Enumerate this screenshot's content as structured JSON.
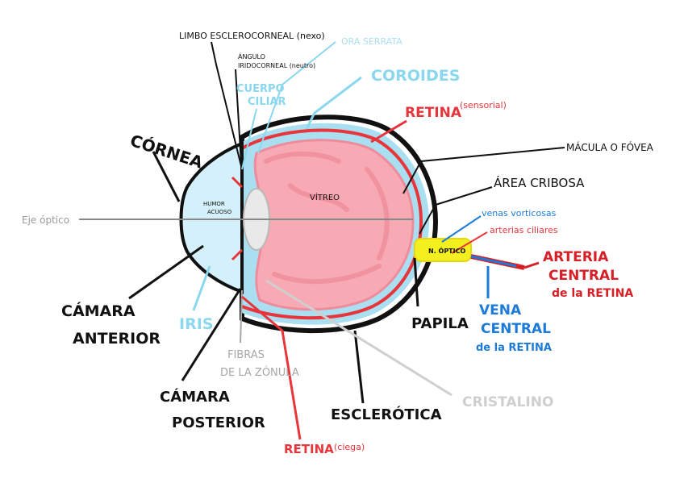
{
  "labels": {
    "limbo": "LIMBO ESCLEROCORNEAL (nexo)",
    "angulo_line1": "ÁNGULO",
    "angulo_line2": "IRIDOCORNEAL (neutro)",
    "ora_serrata": "ORA SERRATA",
    "cuerpo_ciliar_line1": "CUERPO",
    "cuerpo_ciliar_line2": "CILIAR",
    "coroides": "COROIDES",
    "retina_sensorial": "RETINA",
    "retina_sensorial_note": "(sensorial)",
    "cornea": "CÓRNEA",
    "macula": "MÁCULA O FÓVEA",
    "area_cribosa": "ÁREA CRIBOSA",
    "eje_optico": "Eje óptico",
    "humor_acuoso_line1": "HUMOR",
    "humor_acuoso_line2": "ACUOSO",
    "vitreo": "VÍTREO",
    "venas_vorticosas": "venas vorticosas",
    "arterias_ciliares": "arterias ciliares",
    "nervio_optico": "N. ÓPTICO",
    "arteria_central_line1": "ARTERIA",
    "arteria_central_line2": "CENTRAL",
    "arteria_central_line3": "de la RETINA",
    "camara_anterior_line1": "CÁMARA",
    "camara_anterior_line2": "ANTERIOR",
    "iris": "IRIS",
    "papila": "PAPILA",
    "vena_central_line1": "VENA",
    "vena_central_line2": "CENTRAL",
    "vena_central_line3": "de la RETINA",
    "fibras_line1": "FIBRAS",
    "fibras_line2": "DE LA ZÓNULA",
    "camara_posterior_line1": "CÁMARA",
    "camara_posterior_line2": "POSTERIOR",
    "esclerotica": "ESCLERÓTICA",
    "cristalino": "CRISTALINO",
    "retina_ciega": "RETINA",
    "retina_ciega_note": "(ciega)"
  },
  "colors": {
    "black": "#111111",
    "light_blue": "#a9dff0",
    "aqueous": "#d4f1fb",
    "red": "#e8353b",
    "vitreous_pink": "#f7a9b4",
    "vitreous_deep": "#ef8c9b",
    "blue_label": "#1c7bd8",
    "gray_label": "#a7a7a7",
    "nerve_yellow": "#f4ef1f",
    "artery_red": "#d61f26"
  }
}
